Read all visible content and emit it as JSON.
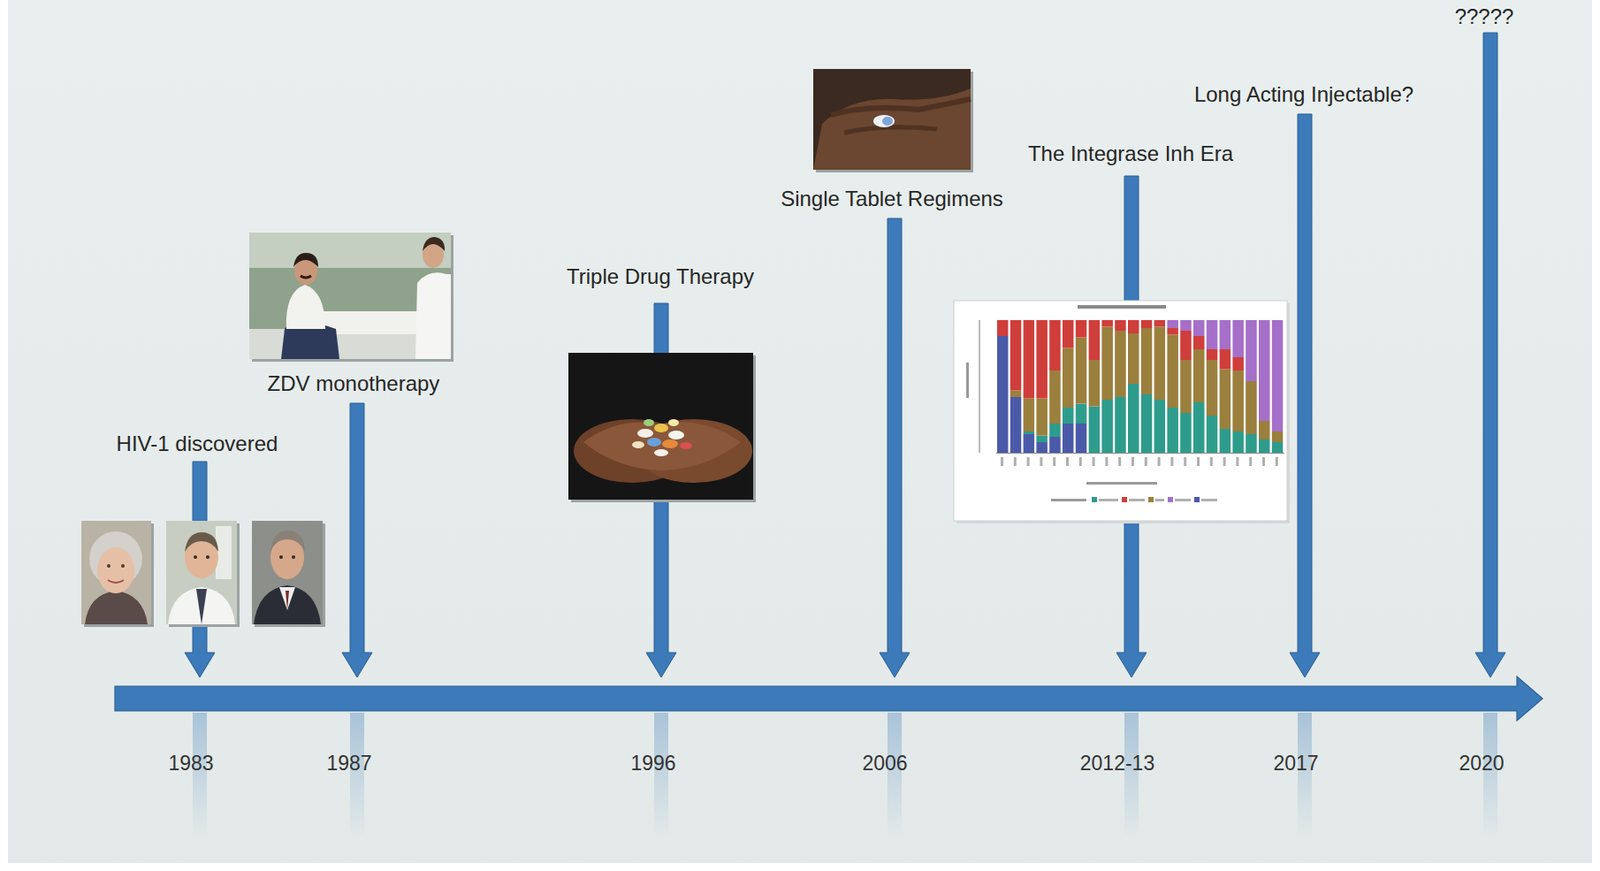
{
  "diagram": {
    "labels": [
      "HIV-1 discovered",
      "ZDV monotherapy",
      "Triple Drug Therapy",
      "Single Tablet Regimens",
      "The Integrase Inh Era",
      "Long Acting Injectable?",
      "?????",
      "1983",
      "1987",
      "1996",
      "2006",
      "2012-13",
      "2017",
      "2020"
    ]
  }
}
